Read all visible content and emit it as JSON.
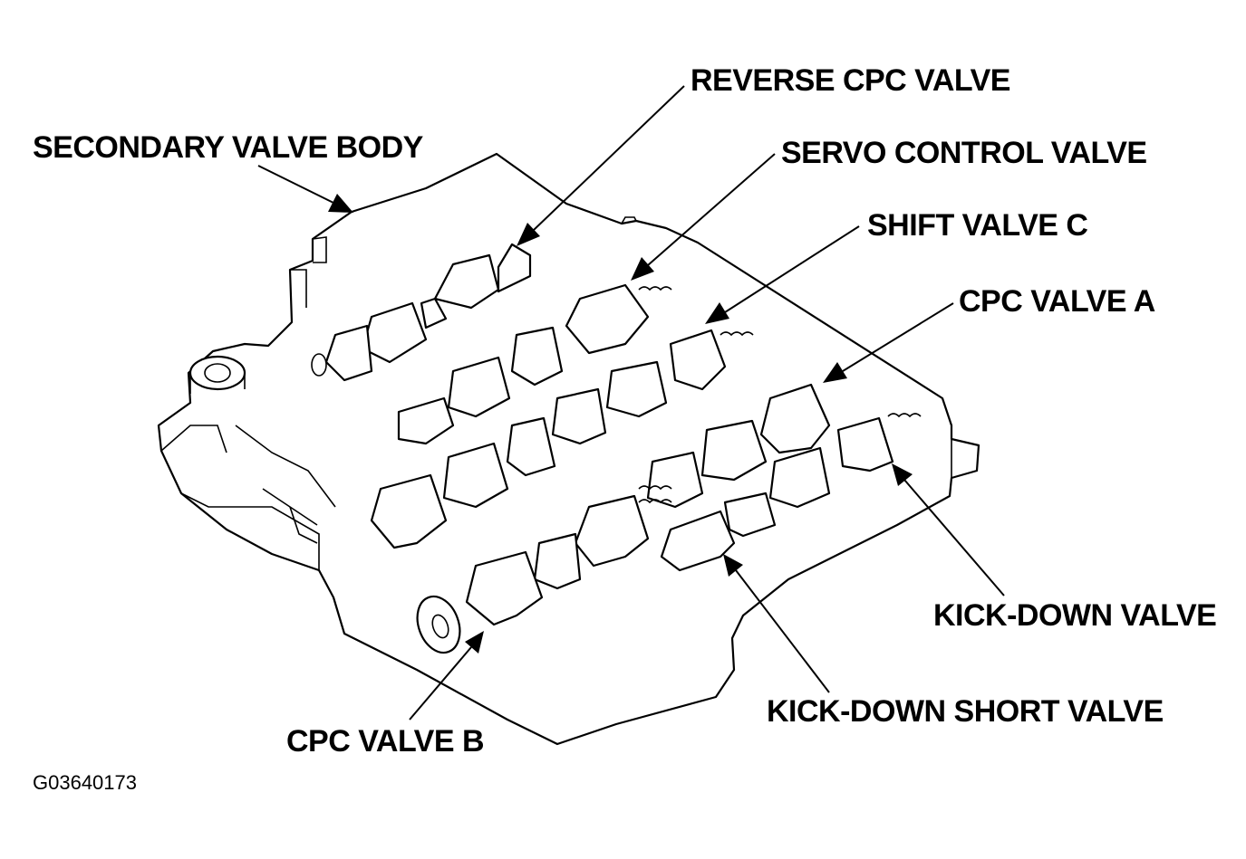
{
  "labels": {
    "reverse_cpc_valve": "REVERSE CPC VALVE",
    "secondary_valve_body": "SECONDARY VALVE BODY",
    "servo_control_valve": "SERVO CONTROL VALVE",
    "shift_valve_c": "SHIFT VALVE C",
    "cpc_valve_a": "CPC VALVE A",
    "kick_down_valve": "KICK-DOWN VALVE",
    "kick_down_short_valve": "KICK-DOWN SHORT VALVE",
    "cpc_valve_b": "CPC VALVE B"
  },
  "figure_id": "G03640173",
  "colors": {
    "ink": "#000000",
    "paper": "#ffffff"
  }
}
